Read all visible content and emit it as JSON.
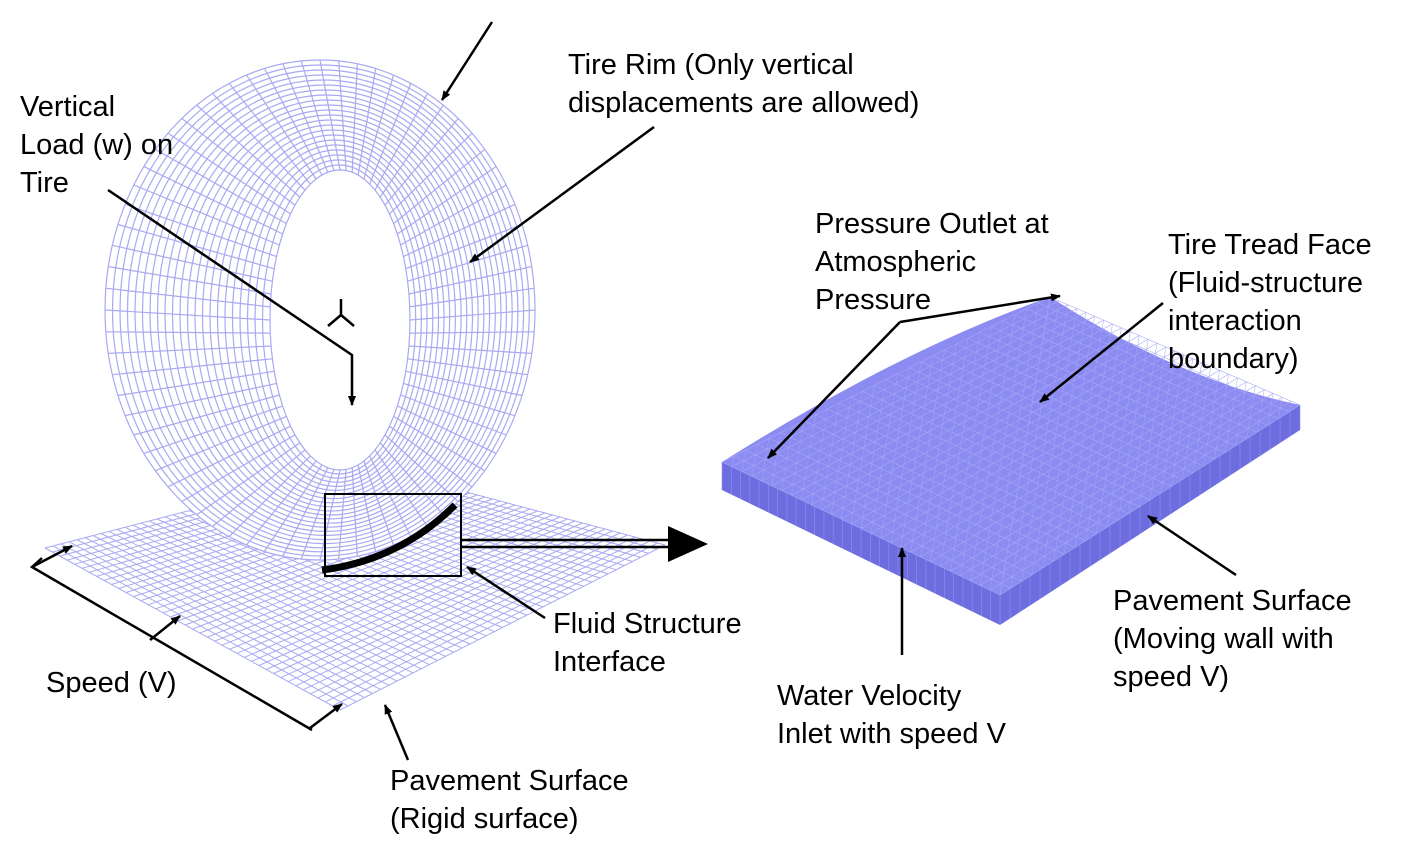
{
  "colors": {
    "mesh": "#a9a9f2",
    "fluid_fill": "#8a8af0",
    "fluid_side": "#7070e0",
    "ink": "#000000"
  },
  "labels": {
    "vertical_load": [
      "Vertical",
      "Load (w) on",
      "Tire"
    ],
    "tire_rim": [
      "Tire Rim (Only vertical",
      "displacements are allowed)"
    ],
    "pressure_outlet": [
      "Pressure Outlet at",
      "Atmospheric",
      "Pressure"
    ],
    "tire_tread": [
      "Tire Tread Face",
      "(Fluid-structure",
      "interaction",
      "boundary)"
    ],
    "fluid_structure": [
      "Fluid Structure",
      "Interface"
    ],
    "speed": "Speed (V)",
    "pavement_left": [
      "Pavement Surface",
      "(Rigid surface)"
    ],
    "pavement_right": [
      "Pavement Surface",
      "(Moving wall with",
      "speed V)"
    ],
    "water_inlet": [
      "Water Velocity",
      "Inlet with speed V"
    ]
  }
}
